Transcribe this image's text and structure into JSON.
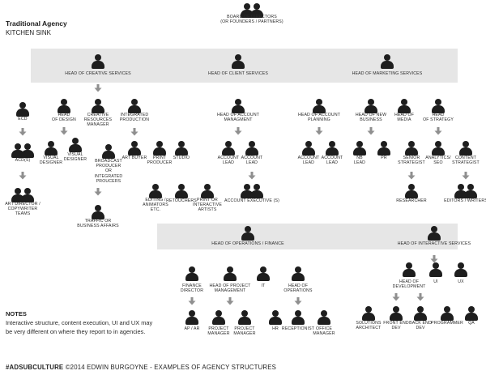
{
  "header": {
    "title": "Traditional Agency",
    "subtitle": "KITCHEN SINK"
  },
  "notes": {
    "heading": "NOTES",
    "body": "Interactive structure, content execution, UI and UX may be very different on where they report to in agencies."
  },
  "footer": {
    "hashtag": "#ADSUBCULTURE",
    "credit": " ©2014 EDWIN BURGOYNE - EXAMPLES OF AGENCY STRUCTURES"
  },
  "nodes": [
    {
      "id": "board",
      "label": "BOARD OF DIRECTORS\n(OR FOUNDERS / PARTNERS)",
      "icon": "person-pair-icon"
    },
    {
      "id": "creative",
      "label": "HEAD OF CREATIVE SERVICES",
      "icon": "person-icon"
    },
    {
      "id": "client",
      "label": "HEAD OF CLIENT SERVICES",
      "icon": "person-icon"
    },
    {
      "id": "marketing",
      "label": "HEAD OF MARKETING SERVICES",
      "icon": "person-icon"
    },
    {
      "id": "ecd",
      "label": "ECD",
      "icon": "person-icon"
    },
    {
      "id": "head-design",
      "label": "HEAD\nOF DESIGN",
      "icon": "person-icon"
    },
    {
      "id": "creative-res",
      "label": "CREATIVE\nRESOURCES\nMANAGER",
      "icon": "person-icon"
    },
    {
      "id": "integrated",
      "label": "INTEGRATED\nPRODUCTION",
      "icon": "person-icon"
    },
    {
      "id": "acd",
      "label": "ACD(S)",
      "icon": "person-pair-icon"
    },
    {
      "id": "vis1",
      "label": "VISUAL\nDESIGNER",
      "icon": "person-icon"
    },
    {
      "id": "vis2",
      "label": "VISUAL\nDESIGNER",
      "icon": "person-icon"
    },
    {
      "id": "broadcast",
      "label": "BROADCAST\nPRODUCER\nOR\nINTEGRATED\nPROUCERS",
      "icon": "person-icon"
    },
    {
      "id": "art-buyer",
      "label": "ART BUYER",
      "icon": "person-icon"
    },
    {
      "id": "print-producer",
      "label": "PRINT\nPRODUCER",
      "icon": "person-icon"
    },
    {
      "id": "studio",
      "label": "STUDIO",
      "icon": "person-icon"
    },
    {
      "id": "art-directors",
      "label": "ART DIRECTOR /\nCOPYWRITER\nTEAMS",
      "icon": "person-pair-icon"
    },
    {
      "id": "traffic",
      "label": "TRAFFIC OR\nBUSINESS AFFAIRS",
      "icon": "person-icon"
    },
    {
      "id": "editing",
      "label": "EDITING /\nANIMATORS\nETC.",
      "icon": "person-icon"
    },
    {
      "id": "retouchers",
      "label": "RETOUCHERS",
      "icon": "person-icon"
    },
    {
      "id": "print-int",
      "label": "PRINT OR\nINTERACTIVE\nARTISTS",
      "icon": "person-icon"
    },
    {
      "id": "head-acct",
      "label": "HEAD OF ACCOUNT\nMANAGMENT",
      "icon": "person-icon"
    },
    {
      "id": "acct-lead-1",
      "label": "ACCOUNT\nLEAD",
      "icon": "person-icon"
    },
    {
      "id": "acct-lead-2",
      "label": "ACCOUNT\nLEAD",
      "icon": "person-icon"
    },
    {
      "id": "acct-exec",
      "label": "ACCOUNT EXECUTIVE (S)",
      "icon": "person-pair-icon"
    },
    {
      "id": "head-acct-plan",
      "label": "HEAD OF ACCOUNT\nPLANNING",
      "icon": "person-icon"
    },
    {
      "id": "acct-lead-3",
      "label": "ACCOUNT\nLEAD",
      "icon": "person-icon"
    },
    {
      "id": "acct-lead-4",
      "label": "ACCOUNT\nLEAD",
      "icon": "person-icon"
    },
    {
      "id": "head-newbiz",
      "label": "HEAD OF NEW\nBUSINESS",
      "icon": "person-icon"
    },
    {
      "id": "head-media",
      "label": "HEAD OF\nMEDIA",
      "icon": "person-icon"
    },
    {
      "id": "head-strategy",
      "label": "HEAD\nOF STRATEGY",
      "icon": "person-icon"
    },
    {
      "id": "nb-lead",
      "label": "NB\nLEAD",
      "icon": "person-icon"
    },
    {
      "id": "pr",
      "label": "PR",
      "icon": "person-icon"
    },
    {
      "id": "senior-strat",
      "label": "SENIOR\nSTRATEGIST",
      "icon": "person-icon"
    },
    {
      "id": "analytics",
      "label": "ANALYTICS/\nSEO",
      "icon": "person-icon"
    },
    {
      "id": "content-strat",
      "label": "CONTENT\nSTRATEGIST",
      "icon": "person-icon"
    },
    {
      "id": "researcher",
      "label": "RESEARCHER",
      "icon": "person-icon"
    },
    {
      "id": "editors",
      "label": "EDITORS / WRITERS",
      "icon": "person-pair-icon"
    },
    {
      "id": "ops",
      "label": "HEAD OF OPERATIONS / FINANCE",
      "icon": "person-icon"
    },
    {
      "id": "interactive",
      "label": "HEAD OF INTERACTIVE SERVICES",
      "icon": "person-icon"
    },
    {
      "id": "finance",
      "label": "FINANCE\nDIRECTOR",
      "icon": "person-icon"
    },
    {
      "id": "head-pm",
      "label": "HEAD OF PROJECT\nMANAGEMENT",
      "icon": "person-icon"
    },
    {
      "id": "it",
      "label": "IT",
      "icon": "person-icon"
    },
    {
      "id": "head-opsx",
      "label": "HEAD OF\nOPERATIONS",
      "icon": "person-icon"
    },
    {
      "id": "ap-ar",
      "label": "AP / AR",
      "icon": "person-icon"
    },
    {
      "id": "pm1",
      "label": "PROJECT\nMANAGER",
      "icon": "person-icon"
    },
    {
      "id": "pm2",
      "label": "PROJECT\nMANAGER",
      "icon": "person-icon"
    },
    {
      "id": "hr",
      "label": "HR",
      "icon": "person-icon"
    },
    {
      "id": "receptionist",
      "label": "RECEPTIONIST",
      "icon": "person-icon"
    },
    {
      "id": "office-mgr",
      "label": "OFFICE\nMANAGER",
      "icon": "person-icon"
    },
    {
      "id": "head-dev",
      "label": "HEAD OF\nDEVELOPMENT",
      "icon": "person-icon"
    },
    {
      "id": "ui",
      "label": "UI",
      "icon": "person-icon"
    },
    {
      "id": "ux",
      "label": "UX",
      "icon": "person-icon"
    },
    {
      "id": "sol-arch",
      "label": "SOLUTIONS\nARCHITECT",
      "icon": "person-icon"
    },
    {
      "id": "fe-dev",
      "label": "FRONT END\nDEV",
      "icon": "person-icon"
    },
    {
      "id": "be-dev",
      "label": "BACK END\nDEV",
      "icon": "person-icon"
    },
    {
      "id": "programmer",
      "label": "PROGRAMMER",
      "icon": "person-icon"
    },
    {
      "id": "qa",
      "label": "QA",
      "icon": "person-icon"
    }
  ]
}
